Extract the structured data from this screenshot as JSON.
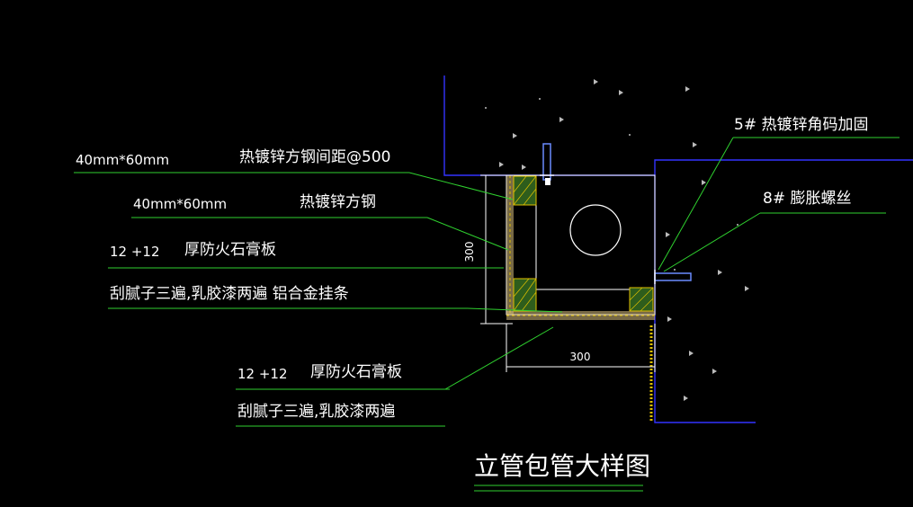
{
  "drawing": {
    "title": "立管包管大样图",
    "labels": {
      "note1_size": "40mm*60mm",
      "note1_text": "热镀锌方钢间距@500",
      "note2_size": "40mm*60mm",
      "note2_text": "热镀锌方钢",
      "note3_spec": "12 +12",
      "note3_text": "厚防火石膏板",
      "note4_text": "刮腻子三遍,乳胶漆两遍  铝合金挂条",
      "note5_spec": "12 +12",
      "note5_text": "厚防火石膏板",
      "note6_text": "刮腻子三遍,乳胶漆两遍",
      "note7_text": "5#  热镀锌角码加固",
      "note8_text": "8#  膨胀螺丝"
    },
    "dimensions": {
      "vertical": "300",
      "horizontal": "300"
    },
    "colors": {
      "background": "#000000",
      "leader": "#2fd12f",
      "wall": "#3333ff",
      "steel_fill": "#2e5d1c",
      "steel_outline": "#e0c000",
      "board": "#d9c080",
      "anchor": "#6a8cff"
    }
  }
}
